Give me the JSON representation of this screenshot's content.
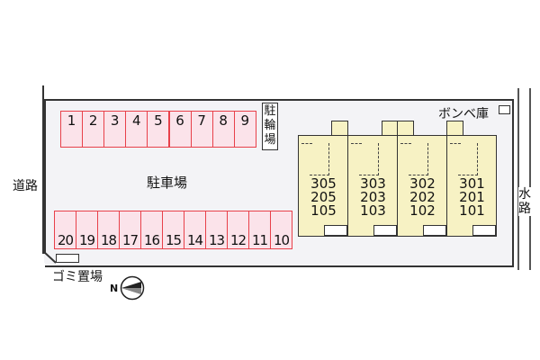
{
  "labels": {
    "road": "道路",
    "parking": "駐車場",
    "bicycle": "駐輪場",
    "gas": "ボンベ庫",
    "garbage": "ゴミ置場",
    "water": "水路",
    "north": "N"
  },
  "top_slots": [
    "1",
    "2",
    "3",
    "4",
    "5",
    "6",
    "7",
    "8",
    "9"
  ],
  "bottom_slots": [
    "20",
    "19",
    "18",
    "17",
    "16",
    "15",
    "14",
    "13",
    "12",
    "11",
    "10"
  ],
  "units": [
    {
      "floors": [
        "305",
        "205",
        "105"
      ]
    },
    {
      "floors": [
        "303",
        "203",
        "103"
      ]
    },
    {
      "floors": [
        "302",
        "202",
        "102"
      ]
    },
    {
      "floors": [
        "301",
        "201",
        "101"
      ]
    }
  ],
  "colors": {
    "slot": "#fbe3ea",
    "slot_border": "#e8404a",
    "building": "#f7f2c4"
  }
}
